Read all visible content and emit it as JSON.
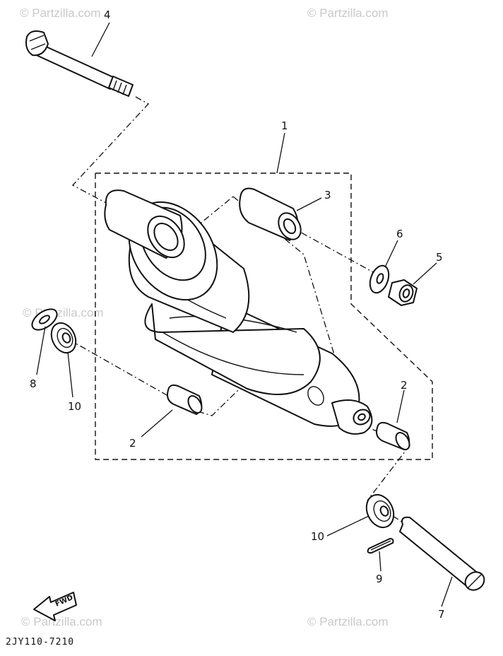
{
  "watermarks": [
    "© Partzilla.com",
    "© Partzilla.com",
    "© Partzilla.com",
    "© Partzilla.com",
    "© Partzilla.com"
  ],
  "callouts": {
    "c1": "1",
    "c2a": "2",
    "c2b": "2",
    "c3": "3",
    "c4": "4",
    "c5": "5",
    "c6": "6",
    "c7": "7",
    "c8": "8",
    "c9": "9",
    "c10a": "10",
    "c10b": "10"
  },
  "direction_label": "FWD",
  "diagram_code": "2JY110-7210"
}
